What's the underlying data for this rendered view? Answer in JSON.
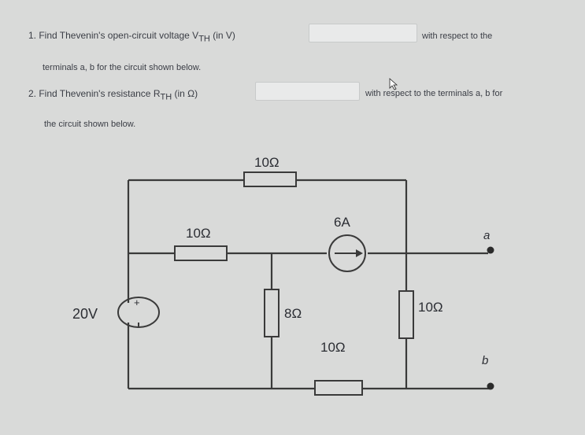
{
  "questions": {
    "q1": {
      "text": "1. Find Thevenin's open-circuit voltage V",
      "sub": "TH",
      "unit": " (in V)",
      "suffix": "with respect to the",
      "continuation": "terminals a, b for the circuit shown below."
    },
    "q2": {
      "text": "2. Find Thevenin's resistance R",
      "sub": "TH",
      "unit": " (in Ω)",
      "suffix": "with respect to the terminals a, b for",
      "continuation": "the circuit shown below."
    }
  },
  "circuit": {
    "r_top": "10Ω",
    "r_mid_left": "10Ω",
    "r_center": "8Ω",
    "current_source": "6A",
    "r_bottom": "10Ω",
    "r_right": "10Ω",
    "voltage_source": "20V",
    "plus_sign": "+",
    "terminal_a": "a",
    "terminal_b": "b"
  }
}
